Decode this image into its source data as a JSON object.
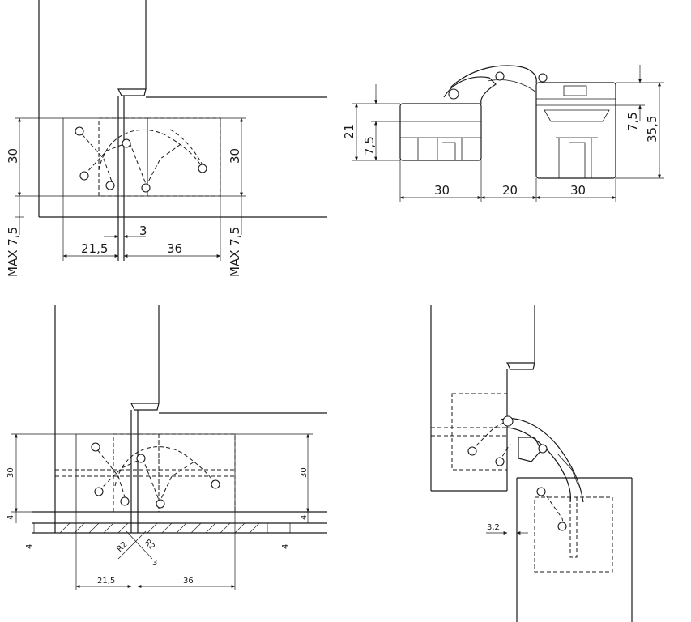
{
  "view1": {
    "dim_height_left": "30",
    "dim_height_right": "30",
    "dim_gap": "3",
    "dim_left_width": "21,5",
    "dim_right_width": "36",
    "dim_max_left": "MAX 7,5",
    "dim_max_right": "MAX 7,5"
  },
  "view2": {
    "dim_base_left": "30",
    "dim_base_mid": "20",
    "dim_base_right": "30",
    "dim_height_21": "21",
    "dim_height_left_75": "7,5",
    "dim_height_right_75": "7,5",
    "dim_height_355": "35,5"
  },
  "view3": {
    "dim_height_left": "30",
    "dim_height_right": "30",
    "dim_four_a": "4",
    "dim_four_b": "4",
    "dim_four_c": "4",
    "dim_four_d": "4",
    "dim_radius_left": "R2",
    "dim_radius_right": "R2",
    "dim_gap": "3",
    "dim_left_width": "21,5",
    "dim_right_width": "36"
  },
  "view4": {
    "dim_offset": "3,2"
  }
}
